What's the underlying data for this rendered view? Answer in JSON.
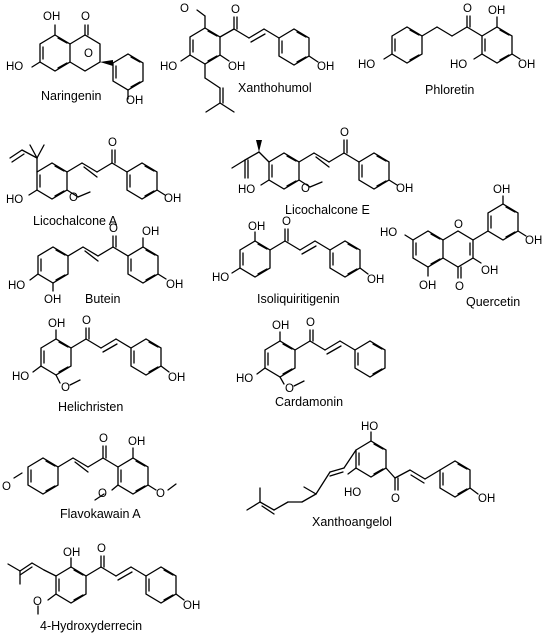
{
  "title": "",
  "compounds": [
    {
      "name": "Naringenin"
    },
    {
      "name": "Xanthohumol"
    },
    {
      "name": "Phloretin"
    },
    {
      "name": "Licochalcone A"
    },
    {
      "name": "Licochalcone E"
    },
    {
      "name": "Butein"
    },
    {
      "name": "Isoliquiritigenin"
    },
    {
      "name": "Quercetin"
    },
    {
      "name": "Helichristen"
    },
    {
      "name": "Cardamonin"
    },
    {
      "name": "Flavokawain A"
    },
    {
      "name": "Xanthoangelol"
    },
    {
      "name": "4-Hydroxyderrecin"
    }
  ],
  "atom_labels": {
    "oh": "OH",
    "ho": "HO",
    "o": "O"
  }
}
